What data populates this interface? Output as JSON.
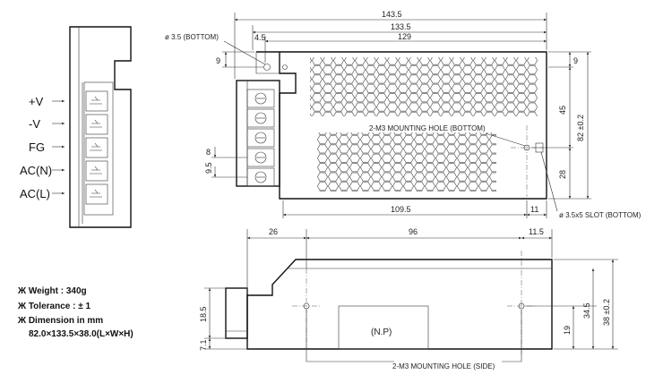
{
  "front_view": {
    "pins": [
      "+V",
      "-V",
      "FG",
      "AC(N)",
      "AC(L)"
    ]
  },
  "specs": {
    "weight": "Ж Weight : 340g",
    "tolerance": "Ж Tolerance : ± 1",
    "dimension_title": "Ж Dimension in mm",
    "dimension_value": "82.0×133.5×38.0(L×W×H)"
  },
  "top_view": {
    "dims": {
      "d143_5": "143.5",
      "d133_5": "133.5",
      "d129": "129",
      "d4_5": "4.5",
      "d9_left": "9",
      "d9_right": "9",
      "d45": "45",
      "d82": "82 ±0.2",
      "d28": "28",
      "d109_5": "109.5",
      "d11": "11",
      "d8": "8",
      "d9_5": "9.5"
    },
    "notes": {
      "hole_3_5": "ø 3.5 (BOTTOM)",
      "m3_bottom": "2-M3 MOUNTING HOLE (BOTTOM)",
      "slot": "ø 3.5x5 SLOT (BOTTOM)"
    }
  },
  "side_view": {
    "dims": {
      "d26": "26",
      "d96": "96",
      "d11_5": "11.5",
      "d18_5": "18.5",
      "d7_1": "7.1",
      "d19": "19",
      "d34_5": "34.5",
      "d38": "38 ±0.2"
    },
    "notes": {
      "np": "(N.P)",
      "m3_side": "2-M3 MOUNTING HOLE (SIDE)"
    }
  }
}
